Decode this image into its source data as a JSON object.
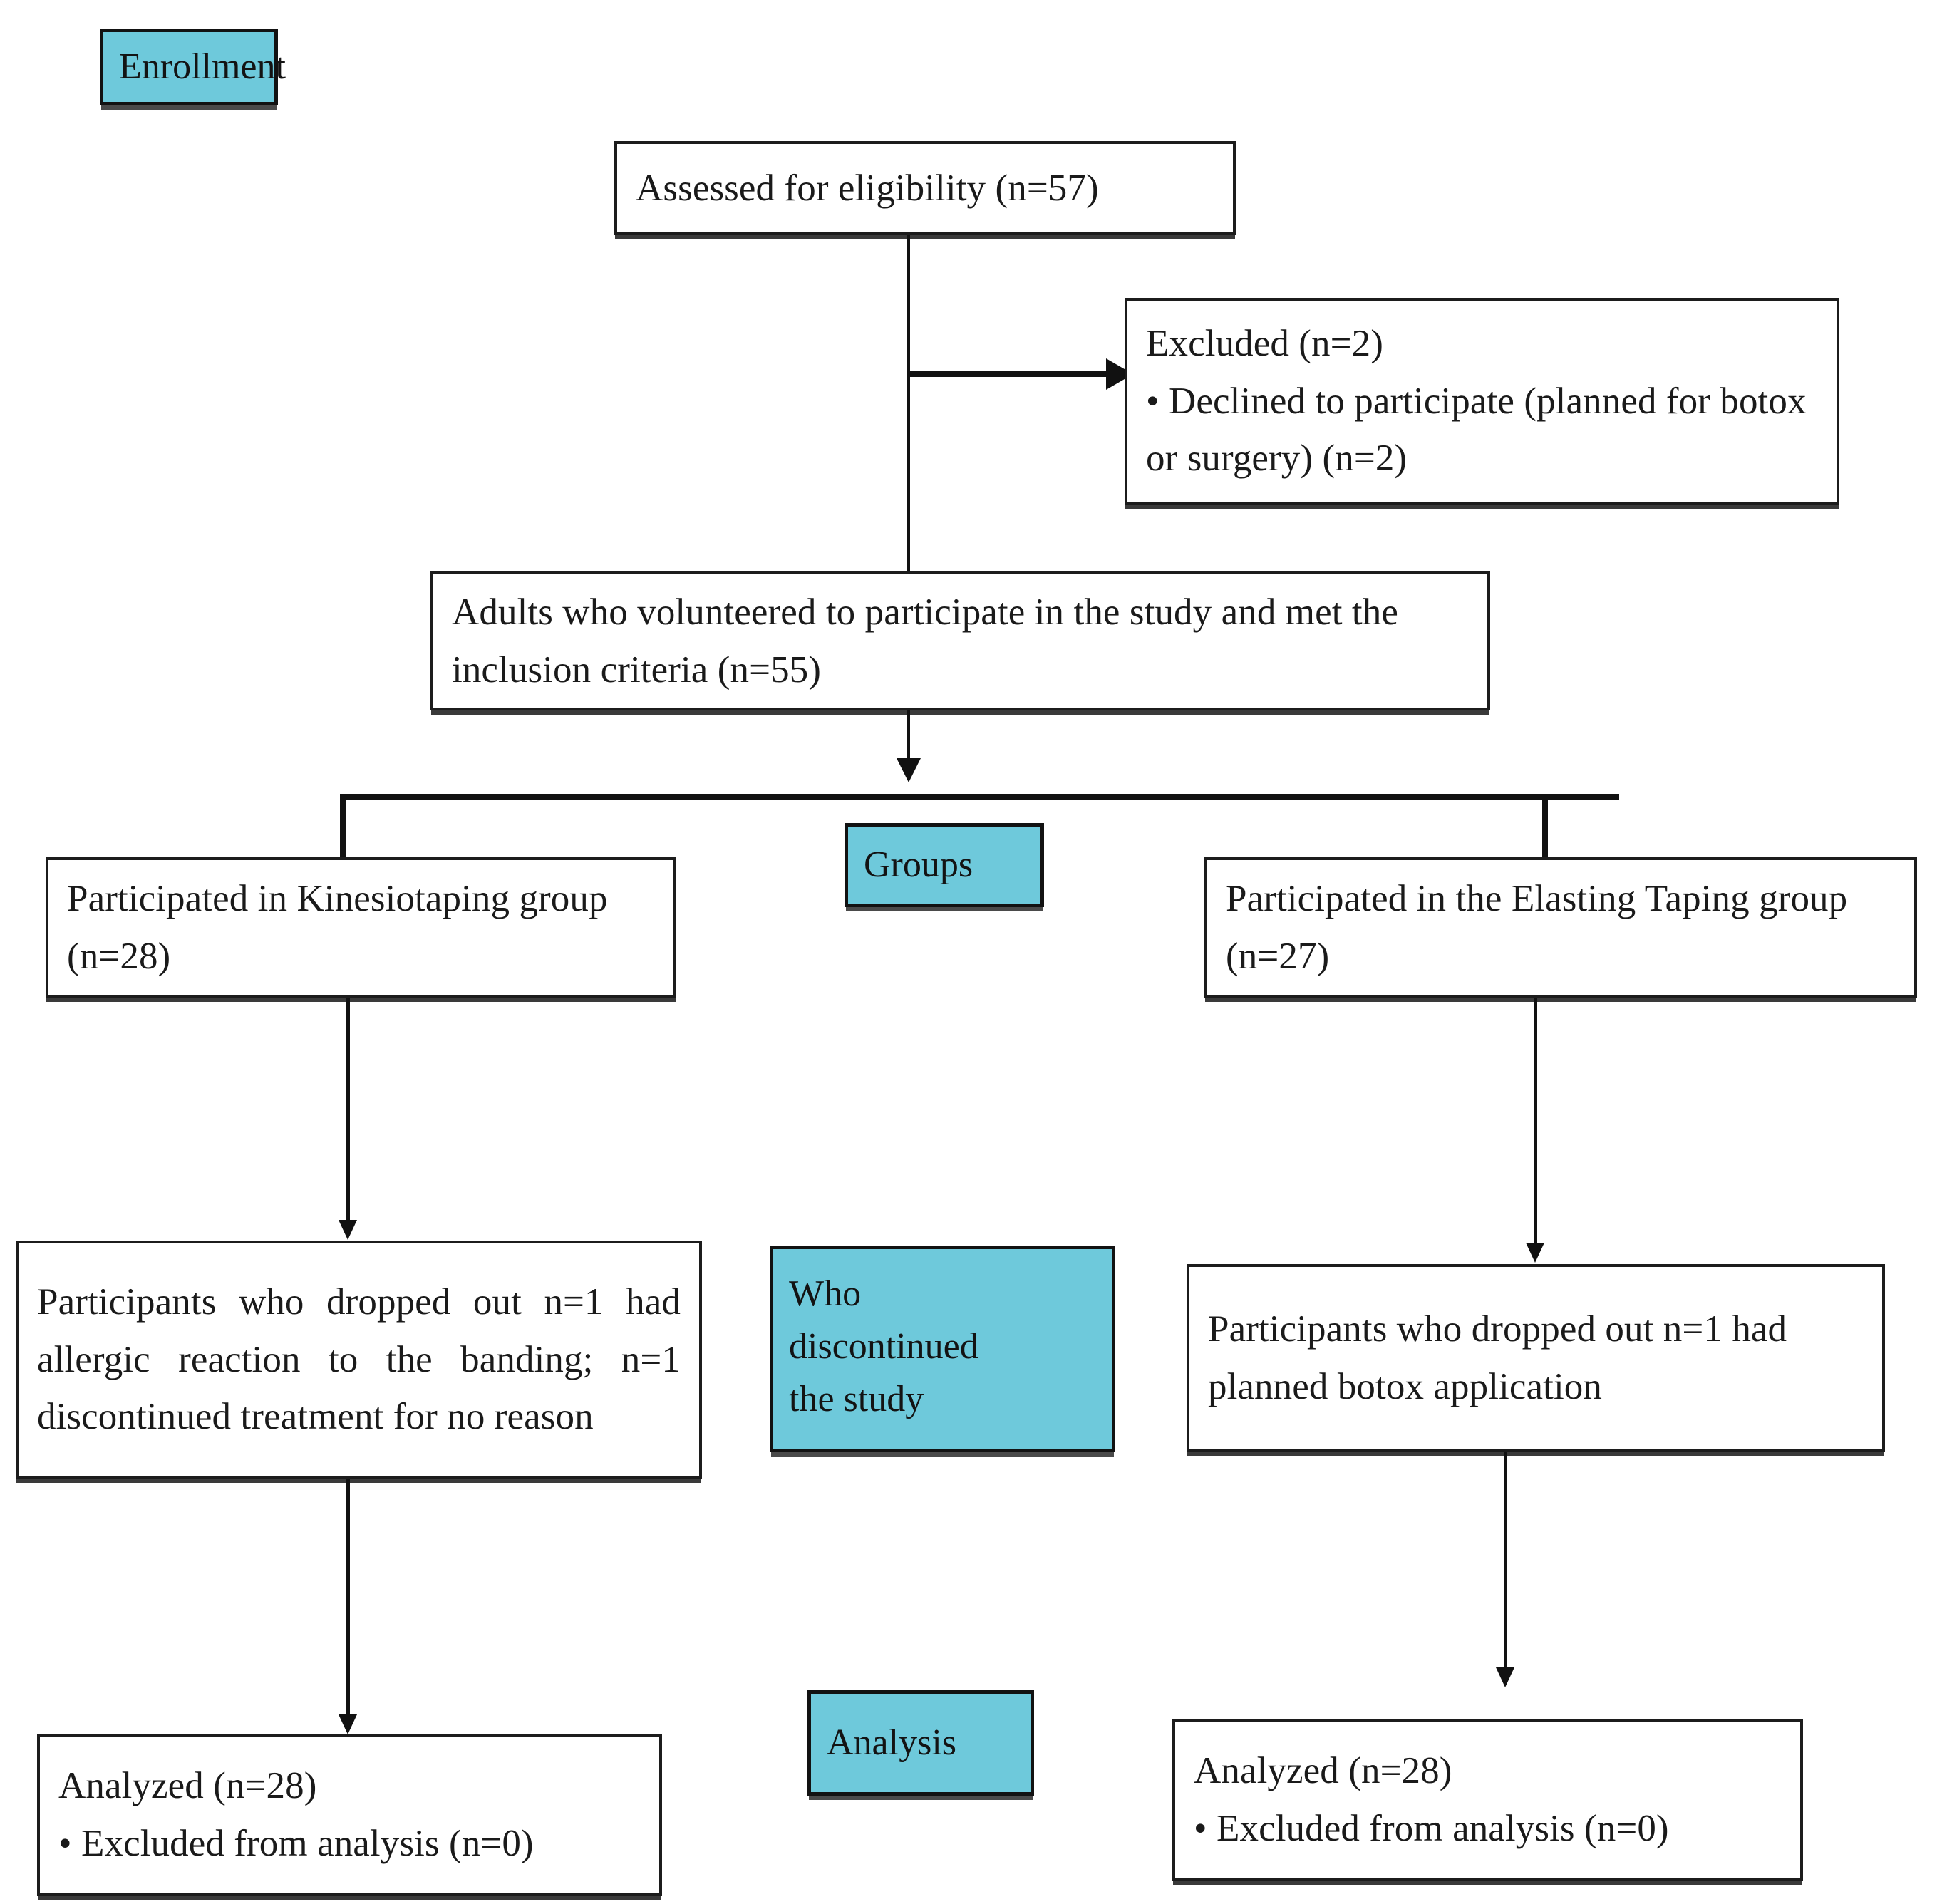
{
  "diagram": {
    "title": "CONSORT participant flow diagram",
    "accent_color": "#6ec9db",
    "line_color": "#111111",
    "box_border_color": "#1c1c1c",
    "background": "#ffffff"
  },
  "stages": {
    "enrollment": {
      "label": "Enrollment"
    },
    "groups": {
      "label": "Groups"
    },
    "discontinued": {
      "label": "Who discontinued the study"
    },
    "analysis": {
      "label": "Analysis"
    }
  },
  "nodes": {
    "assessed": {
      "text": "Assessed for eligibility (n=57)"
    },
    "excluded": {
      "heading": "Excluded (n=2)",
      "bullet": "• Declined to participate (planned for botox or surgery) (n=2)"
    },
    "volunteered": {
      "text": "Adults who volunteered to participate in the study and met the inclusion criteria (n=55)"
    },
    "group_left": {
      "text": "Participated in Kinesiotaping group (n=28)"
    },
    "group_right": {
      "text": "Participated in the Elasting Taping group (n=27)"
    },
    "dropout_left": {
      "text": "Participants who dropped out n=1 had allergic reaction to the banding; n=1 discontinued treatment for no reason"
    },
    "dropout_right": {
      "text": "Participants who dropped out n=1 had planned botox application"
    },
    "analyzed_left": {
      "heading": "Analyzed (n=28)",
      "bullet": "• Excluded from analysis (n=0)"
    },
    "analyzed_right": {
      "heading": "Analyzed (n=28)",
      "bullet": "• Excluded from analysis (n=0)"
    }
  }
}
